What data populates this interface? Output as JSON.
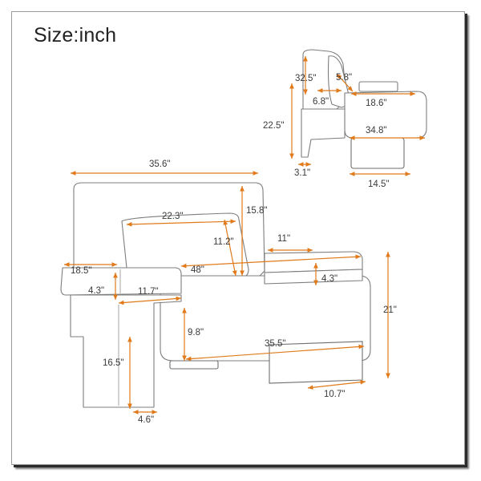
{
  "title": "Size:inch",
  "colors": {
    "dimension_line": "#e07a1a",
    "outline": "#7d7d7d",
    "text": "#3a3a3a"
  },
  "side_view": {
    "back_height": "32.5\"",
    "cushion_depth": "5.8\"",
    "back_offset": "6.8\"",
    "armrest_width": "18.6\"",
    "seat_height": "22.5\"",
    "overall_depth": "34.8\"",
    "back_leg": "3.1\"",
    "front_leg_depth": "14.5\""
  },
  "front_view": {
    "overall_width": "35.6\"",
    "pillow_width": "22.3\"",
    "back_height": "15.8\"",
    "pillow_height": "11.2\"",
    "arm_depth": "11\"",
    "tray_depth": "18.5\"",
    "seat_width": "48\"",
    "tray_width": "4.3\"",
    "arm_height_right": "4.3\"",
    "arm_width": "11.7\"",
    "overall_height": "21\"",
    "seat_thickness": "9.8\"",
    "seat_depth": "35.5\"",
    "leg_height": "16.5\"",
    "leg_width_left": "4.6\"",
    "leg_width_right": "10.7\""
  }
}
